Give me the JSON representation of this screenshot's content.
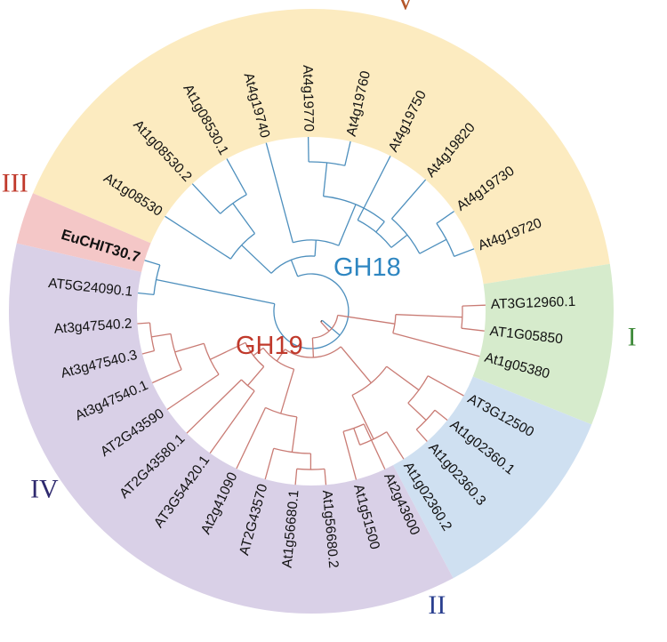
{
  "clades": [
    {
      "id": "V",
      "label": "V",
      "color": "#fcebc0",
      "labelColor": "#b5572a",
      "leaves": [
        "At1g08530",
        "At1g08530.2",
        "At1g08530.1",
        "At4g19740",
        "At4g19770",
        "At4g19760",
        "At4g19750",
        "At4g19820",
        "At4g19730",
        "At4g19720"
      ]
    },
    {
      "id": "I",
      "label": "I",
      "color": "#d6ebcc",
      "labelColor": "#3f8a3a",
      "leaves": [
        "AT3G12960.1",
        "AT1G05850",
        "At1g05380"
      ]
    },
    {
      "id": "II",
      "label": "II",
      "color": "#cfe0f1",
      "labelColor": "#2a3f8f",
      "leaves": [
        "AT3G12500",
        "At1g02360.1",
        "At1g02360.3",
        "At1g02360.2"
      ]
    },
    {
      "id": "IV",
      "label": "IV",
      "color": "#d9d0e7",
      "labelColor": "#2f2a6f",
      "leaves": [
        "At2g43600",
        "At1g51500",
        "At1g56680.2",
        "At1g56680.1",
        "AT2G43570",
        "At2g41090",
        "AT3G54420.1",
        "AT2G43580.1",
        "AT2G43590",
        "At3g47540.1",
        "At3g47540.3",
        "At3g47540.2",
        "AT5G24090.1"
      ]
    },
    {
      "id": "III",
      "label": "III",
      "color": "#f4c7c7",
      "labelColor": "#c0392b",
      "leaves": [
        "EuCHIT30.7"
      ]
    }
  ],
  "highlight_leaf": "EuCHIT30.7",
  "families": [
    {
      "label": "GH18",
      "color": "#2e86c1"
    },
    {
      "label": "GH19",
      "color": "#c0392b"
    }
  ],
  "branch_colors": {
    "GH18": "#4d8fbd",
    "GH19": "#c97b74",
    "root": "#444444"
  }
}
